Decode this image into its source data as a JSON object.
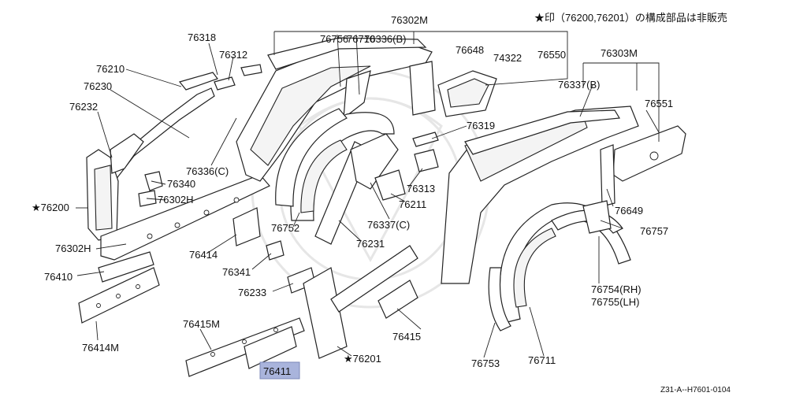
{
  "header_note": "★印（76200,76201）の構成部品は非販売",
  "footer_code": "Z31-A--H7601-0104",
  "highlighted_part": "76411",
  "highlight_color": "#a9b4dc",
  "labels": [
    "76302M",
    "76336(B)",
    "76756",
    "76710",
    "76648",
    "74322",
    "76550",
    "76318",
    "76312",
    "76210",
    "76230",
    "76232",
    "76336(C)",
    "76340",
    "76302H",
    "★76200",
    "76302H",
    "76410",
    "76414",
    "76414M",
    "76415M",
    "76341",
    "76233",
    "76752",
    "76231",
    "76337(C)",
    "76211",
    "76313",
    "76319",
    "76415",
    "★76201",
    "76303M",
    "76337(B)",
    "76551",
    "76649",
    "76757",
    "76754(RH)",
    "76755(LH)",
    "76753",
    "76711",
    "76411"
  ]
}
